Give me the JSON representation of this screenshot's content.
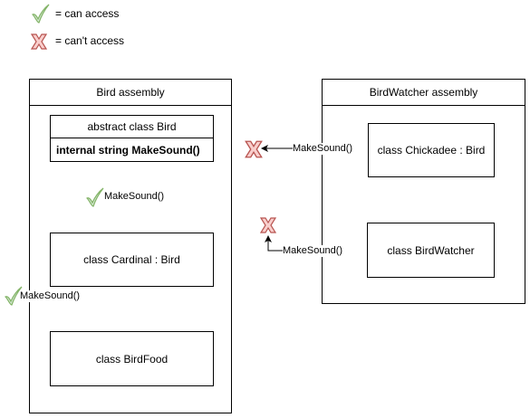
{
  "legend": {
    "can_access": "= can access",
    "cant_access": "= can't access"
  },
  "bird_assembly": {
    "title": "Bird assembly",
    "abstract_class": {
      "title": "abstract class Bird",
      "member": "internal string MakeSound()"
    },
    "cardinal": "class Cardinal : Bird",
    "birdfood": "class BirdFood"
  },
  "birdwatcher_assembly": {
    "title": "BirdWatcher assembly",
    "chickadee": "class Chickadee : Bird",
    "birdwatcher": "class BirdWatcher"
  },
  "calls": {
    "cardinal_call": "MakeSound()",
    "birdfood_call": "MakeSound()",
    "chickadee_call": "MakeSound()",
    "birdwatcher_call": "MakeSound()"
  },
  "colors": {
    "check": "#82b366",
    "cross_fill": "#f8cecc",
    "cross_stroke": "#b85450"
  },
  "icons": [
    "check-icon",
    "cross-icon"
  ]
}
